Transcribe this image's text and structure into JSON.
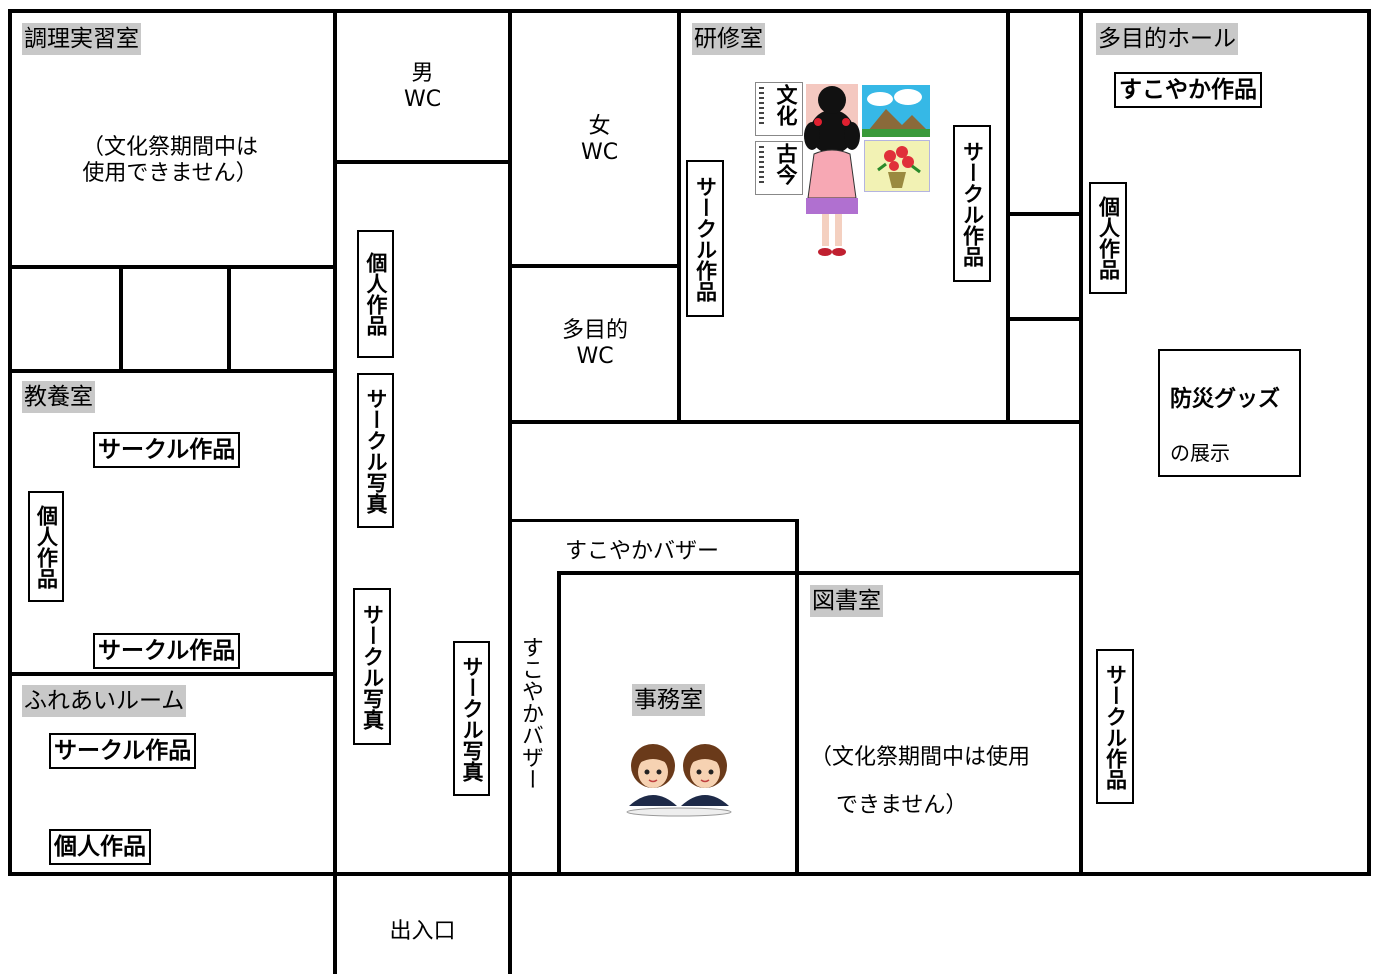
{
  "rooms": {
    "cooking": {
      "name": "調理実習室",
      "note": "（文化祭期間中は\n使用できません）"
    },
    "wc_male": {
      "label": "男\nWC"
    },
    "wc_female": {
      "label": "女\nWC"
    },
    "wc_multi": {
      "label": "多目的\nWC"
    },
    "training": {
      "name": "研修室"
    },
    "multipurpose_hall": {
      "name": "多目的ホール"
    },
    "culture": {
      "name": "教養室"
    },
    "fureai": {
      "name": "ふれあいルーム"
    },
    "office": {
      "name": "事務室"
    },
    "library": {
      "name": "図書室",
      "note_line1": "（文化祭期間中は使用",
      "note_line2": "できません）"
    },
    "entrance": {
      "name": "出入口"
    }
  },
  "exhibits": {
    "circle_works": "サークル作品",
    "personal_works": "個人作品",
    "circle_photos": "サークル写真",
    "sukoyaka_works": "すこやか作品",
    "disaster_goods_line1": "防災グッズ",
    "disaster_goods_line2": "の展示",
    "bazaar": "すこやかバザー"
  },
  "poster": {
    "calligraphy_1": "文化",
    "calligraphy_2": "古今"
  },
  "colors": {
    "label_bg": "#c8c8c8",
    "wall": "#000000"
  }
}
